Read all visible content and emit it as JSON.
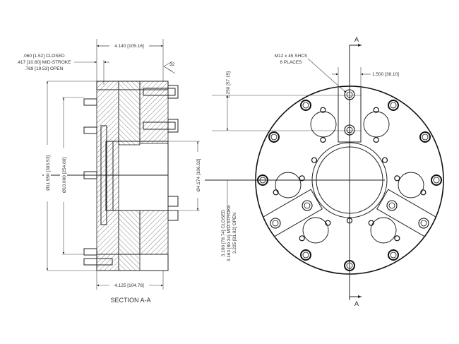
{
  "section_view": {
    "title": "SECTION  A-A",
    "stroke_notes": [
      ".060 [1.52] CLOSED",
      ".417 [10.60] MID-STROKE",
      ".769 [19.53] OPEN"
    ],
    "dim_top_width": "4.140 [105.16]",
    "dim_bottom_width": "4.125 [104.78]",
    "dim_outer_dia": "Ø11.950 [303.53]",
    "dim_bolt_circle": "Ø10.000 [254.00]",
    "dim_bore": "Ø4.174 [106.02]",
    "surface_symbol": "32"
  },
  "front_view": {
    "section_marker": "A",
    "fastener_note": [
      "M12 x 45 SHCS",
      "6 PLACES"
    ],
    "dim_slot_width": "1.500 [38.10]",
    "dim_vertical": "2.250 [57.15]",
    "jaw_stroke_notes": [
      "3.100 [78.74] CLOSED",
      "3.163 [80.34] MID-STROKE",
      "3.225 [81.92] OPEN"
    ]
  }
}
